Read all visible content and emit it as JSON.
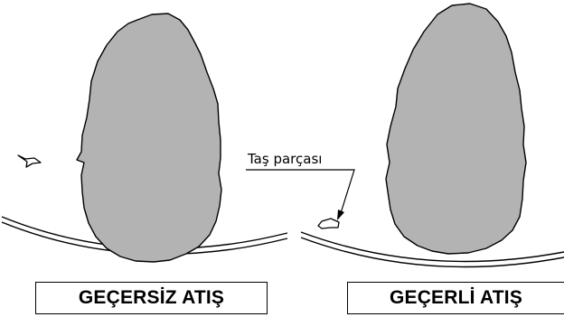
{
  "colors": {
    "stone": "#b3b3b3",
    "outline": "#000000",
    "background": "#ffffff"
  },
  "panels": {
    "invalid": {
      "label": "GEÇERSİZ ATIŞ"
    },
    "valid": {
      "label": "GEÇERLİ ATIŞ"
    }
  },
  "callout": {
    "text": "Taş parçası"
  }
}
